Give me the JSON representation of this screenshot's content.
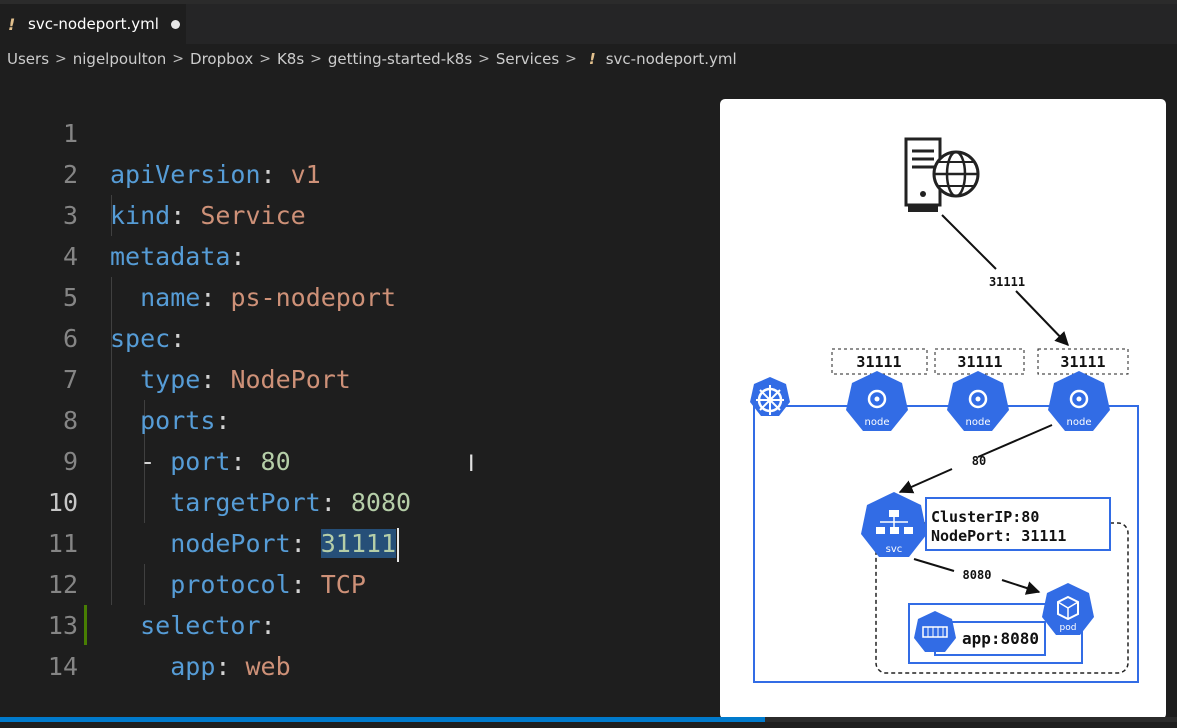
{
  "tab": {
    "title": "svc-nodeport.yml",
    "modified_glyph": "!"
  },
  "breadcrumb": {
    "items": [
      "Users",
      "nigelpoulton",
      "Dropbox",
      "K8s",
      "getting-started-k8s",
      "Services"
    ],
    "file": "svc-nodeport.yml",
    "file_glyph": "!"
  },
  "editor": {
    "lines": [
      {
        "num": "1",
        "key": "apiVersion",
        "colon": ":",
        "value": " v1"
      },
      {
        "num": "2",
        "key": "kind",
        "colon": ":",
        "value": " Service"
      },
      {
        "num": "3",
        "key": "metadata",
        "colon": ":",
        "value": ""
      },
      {
        "num": "4",
        "key": "name",
        "colon": ":",
        "value": " ps-nodeport"
      },
      {
        "num": "5",
        "key": "spec",
        "colon": ":",
        "value": ""
      },
      {
        "num": "6",
        "key": "type",
        "colon": ":",
        "value": " NodePort"
      },
      {
        "num": "7",
        "key": "ports",
        "colon": ":",
        "value": ""
      },
      {
        "num": "8",
        "dash": "- ",
        "key": "port",
        "colon": ":",
        "value": " 80"
      },
      {
        "num": "9",
        "key": "targetPort",
        "colon": ":",
        "value": " 8080"
      },
      {
        "num": "10",
        "key": "nodePort",
        "colon": ": ",
        "value": "31111"
      },
      {
        "num": "11",
        "key": "protocol",
        "colon": ":",
        "value": " TCP"
      },
      {
        "num": "12",
        "key": "selector",
        "colon": ":",
        "value": ""
      },
      {
        "num": "13",
        "key": "app",
        "colon": ":",
        "value": " web"
      },
      {
        "num": "14",
        "key": "",
        "colon": "",
        "value": ""
      }
    ]
  },
  "diagram": {
    "external_port_label": "31111",
    "node_ports": [
      "31111",
      "31111",
      "31111"
    ],
    "node_label": "node",
    "route_port_label": "80",
    "service": {
      "label": "svc",
      "clusterip": "ClusterIP:80",
      "nodeport": "NodePort: 31111"
    },
    "target_port_label": "8080",
    "pod_label": "pod",
    "container_label": "app:8080"
  },
  "colors": {
    "k8s_blue": "#326ce5",
    "selection": "#264f78",
    "keyword": "#569cd6",
    "string": "#ce9178",
    "number": "#b5cea8"
  }
}
